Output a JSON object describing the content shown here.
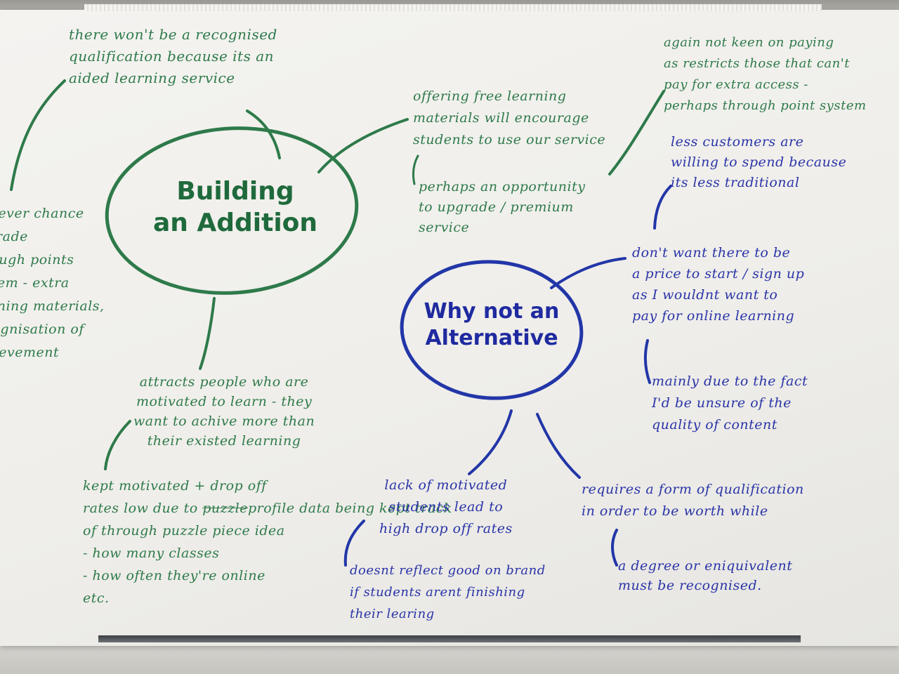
{
  "green_hub": {
    "title": "Building\nan Addition"
  },
  "blue_hub": {
    "title": "Why not an\nAlternative"
  },
  "notes": {
    "qualification": "there won't be a recognised\nqualification because its an\naided learning service",
    "free_materials": "offering free learning\nmaterials will encourage\nstudents to use our service",
    "premium": "perhaps an opportunity\nto upgrade / premium\nservice",
    "paying": "again not keen on paying\nas restricts those that can't\npay for extra access -\nperhaps through point system",
    "less_customers": "less customers are\nwilling to spend because\nits less traditional",
    "points": "however chance\nupgrade\nthrough points\nsystem - extra\nlearning materials,\nrecognisation of\nachievement",
    "attracts": "attracts people who are\nmotivated to learn - they\nwant to achive more than\ntheir existed learning",
    "kept_motivated_a": "kept motivated + drop off\nrates low due to ",
    "kept_motivated_strike": "puzzle",
    "kept_motivated_b": "profile data being kept track\nof through puzzle piece idea\n- how many classes\n- how often they're online\netc.",
    "price": "don't want there to be\na price to start / sign up\nas I wouldnt want to\npay for online learning",
    "quality": "mainly due to the fact\nI'd be unsure of the\nquality of content",
    "lack_motivated": "lack of motivated\nstudents lead to\nhigh drop off rates",
    "brand": "doesnt reflect good on brand\nif students arent finishing\ntheir learing",
    "requires": "requires a form of qualification\nin order to be worth while",
    "degree": "a degree or eniquivalent\nmust be recognised."
  },
  "colors": {
    "green": "#2e7a4a",
    "blue": "#2a34a8",
    "paper": "#f1f0ec"
  }
}
